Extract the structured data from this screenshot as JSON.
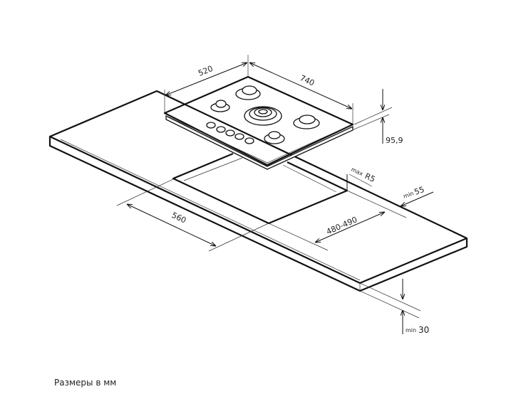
{
  "dimensions": {
    "hob_depth": "520",
    "hob_width": "740",
    "hob_height": "95,9",
    "cutout_width": "560",
    "cutout_depth": "480-490",
    "corner_radius_prefix": "max",
    "corner_radius": "R5",
    "back_margin_prefix": "min",
    "back_margin": "55",
    "countertop_thickness_prefix": "min",
    "countertop_thickness": "30"
  },
  "caption": "Размеры в мм"
}
